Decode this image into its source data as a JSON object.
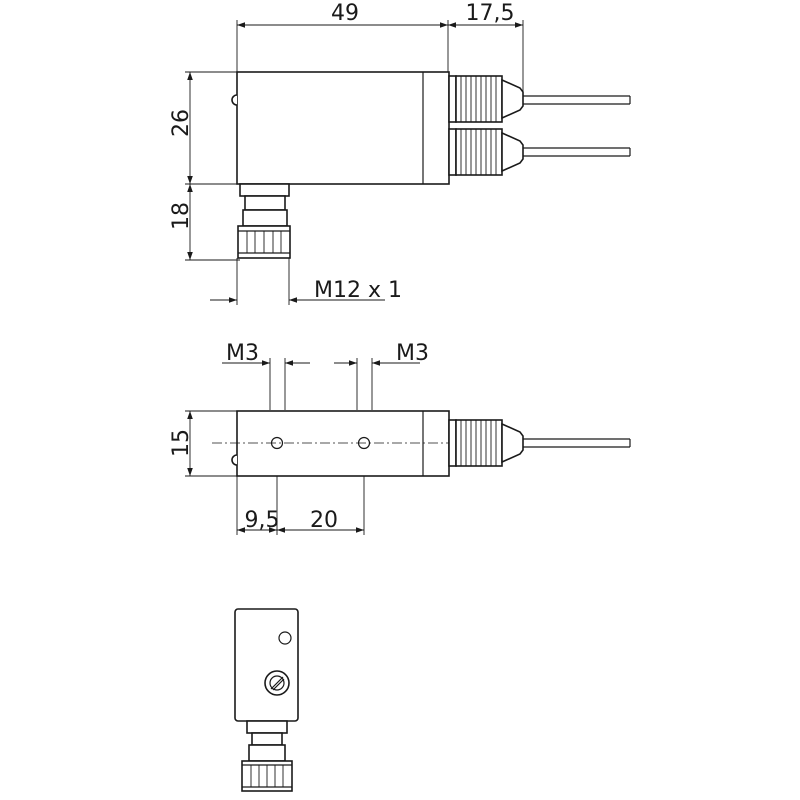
{
  "dimensions": {
    "width_body": "49",
    "width_connector": "17,5",
    "height_body": "26",
    "height_plug": "18",
    "thread": "M12 x 1",
    "hole_left": "M3",
    "hole_right": "M3",
    "height_side": "15",
    "offset_first_hole": "9,5",
    "hole_spacing": "20"
  },
  "icons": {
    "arrow": "arrow-head",
    "screw": "adjustment-screw-icon"
  }
}
